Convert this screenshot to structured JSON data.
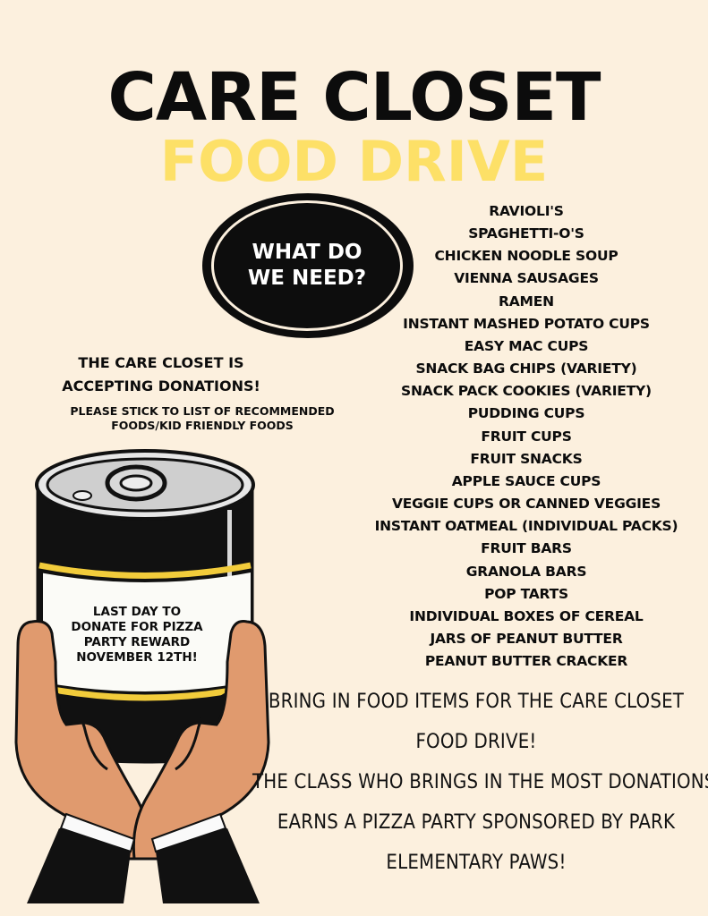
{
  "title": {
    "line1": "CARE CLOSET",
    "line2": "FOOD DRIVE"
  },
  "badge": {
    "line1": "WHAT DO",
    "line2": "WE NEED?"
  },
  "needs": [
    "RAVIOLI'S",
    "SPAGHETTI-O'S",
    "CHICKEN NOODLE SOUP",
    "VIENNA SAUSAGES",
    "RAMEN",
    "INSTANT MASHED POTATO CUPS",
    "EASY MAC CUPS",
    "SNACK BAG CHIPS (VARIETY)",
    "SNACK PACK COOKIES (VARIETY)",
    "PUDDING CUPS",
    "FRUIT CUPS",
    "FRUIT SNACKS",
    "APPLE SAUCE CUPS",
    "VEGGIE CUPS OR CANNED VEGGIES",
    "INSTANT OATMEAL (INDIVIDUAL PACKS)",
    "FRUIT BARS",
    "GRANOLA BARS",
    "POP TARTS",
    "INDIVIDUAL BOXES OF CEREAL",
    "JARS OF PEANUT BUTTER",
    "PEANUT BUTTER CRACKER"
  ],
  "accepting": {
    "line1": "THE CARE CLOSET IS",
    "line2": "ACCEPTING DONATIONS!"
  },
  "please": {
    "line1": "PLEASE STICK TO LIST OF RECOMMENDED",
    "line2": "FOODS/KID FRIENDLY FOODS"
  },
  "can_label": {
    "line1": "LAST DAY TO",
    "line2": "DONATE FOR PIZZA",
    "line3": "PARTY REWARD",
    "line4": "NOVEMBER 12TH!"
  },
  "bring": {
    "line1": "BRING IN FOOD ITEMS FOR THE CARE CLOSET",
    "line2": "FOOD DRIVE!",
    "line3": "THE CLASS WHO BRINGS IN THE MOST DONATIONS",
    "line4": "EARNS A PIZZA PARTY SPONSORED BY PARK",
    "line5": "ELEMENTARY PAWS!"
  },
  "icons": {
    "illustration": "hands-holding-can-icon"
  },
  "colors": {
    "background": "#fcf0de",
    "title_black": "#0c0c0c",
    "title_yellow": "#fde067",
    "can_black": "#111111",
    "can_gold": "#f2cc3b",
    "skin": "#e09a6e",
    "sleeve": "#111111"
  }
}
